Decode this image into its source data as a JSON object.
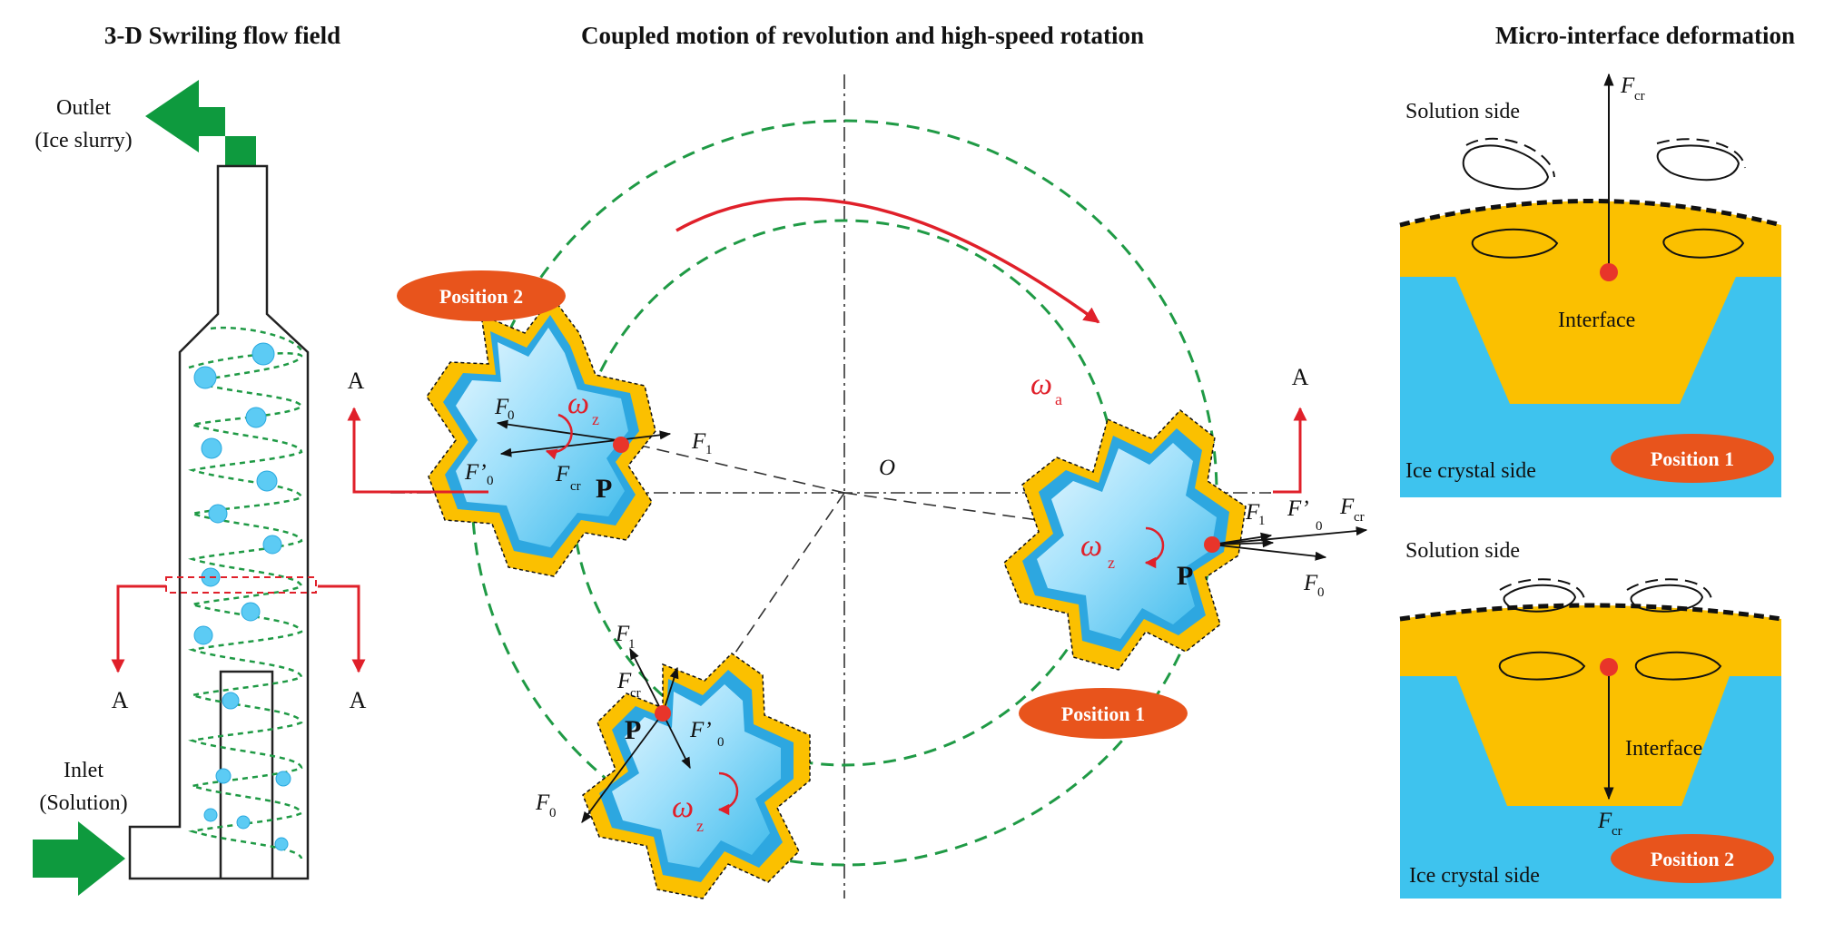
{
  "titles": {
    "left": "3-D Swriling flow field",
    "center": "Coupled motion of revolution and high-speed rotation",
    "right": "Micro-interface deformation"
  },
  "left_panel": {
    "outlet_line1": "Outlet",
    "outlet_line2": "(Ice slurry)",
    "inlet_line1": "Inlet",
    "inlet_line2": "(Solution)",
    "section_label": "A"
  },
  "center_panel": {
    "origin_label": "O",
    "point_label": "P",
    "section_label": "A",
    "position1_label": "Position 1",
    "position2_label": "Position 2",
    "omega_symbol": "ω",
    "omega_a_sub": "a",
    "omega_z_sub": "z",
    "force_symbol": "F",
    "force_prime_symbol": "F’",
    "sub_0": "0",
    "sub_1": "1",
    "sub_cr": "cr"
  },
  "right_panel": {
    "solution_side": "Solution side",
    "ice_side": "Ice crystal side",
    "interface": "Interface",
    "force_symbol": "F",
    "sub_cr": "cr",
    "position1_label": "Position 1",
    "position2_label": "Position 2"
  },
  "colors": {
    "green": "#0e9a3e",
    "green_dash": "#1f9a45",
    "red": "#e0202a",
    "ice_blue": "#3ec3ee",
    "gold": "#fbc000",
    "badge_orange": "#e8541c"
  }
}
